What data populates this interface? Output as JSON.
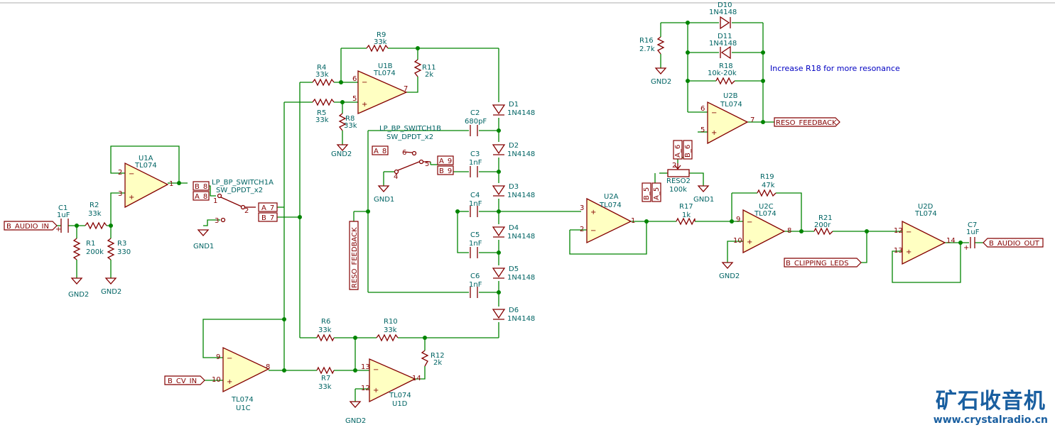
{
  "schematic": {
    "note": "Increase R18 for more resonance",
    "components": {
      "c1": {
        "ref": "C1",
        "val": "1uF"
      },
      "r1": {
        "ref": "R1",
        "val": "200k"
      },
      "r2": {
        "ref": "R2",
        "val": "33k"
      },
      "r3": {
        "ref": "R3",
        "val": "330"
      },
      "u1a": {
        "ref": "U1A",
        "val": "TL074"
      },
      "sw1a": {
        "ref": "LP_BP_SWITCH1A",
        "val": "SW_DPDT_x2"
      },
      "sw1b": {
        "ref": "LP_BP_SWITCH1B",
        "val": "SW_DPDT_x2"
      },
      "r4": {
        "ref": "R4",
        "val": "33k"
      },
      "r5": {
        "ref": "R5",
        "val": "33k"
      },
      "r8": {
        "ref": "R8",
        "val": "33k"
      },
      "r9": {
        "ref": "R9",
        "val": "33k"
      },
      "r11": {
        "ref": "R11",
        "val": "2k"
      },
      "u1b": {
        "ref": "U1B",
        "val": "TL074"
      },
      "c2": {
        "ref": "C2",
        "val": "680pF"
      },
      "c3": {
        "ref": "C3",
        "val": "1nF"
      },
      "c4": {
        "ref": "C4",
        "val": "1nF"
      },
      "c5": {
        "ref": "C5",
        "val": "1nF"
      },
      "c6": {
        "ref": "C6",
        "val": "1nF"
      },
      "d1": {
        "ref": "D1",
        "val": "1N4148"
      },
      "d2": {
        "ref": "D2",
        "val": "1N4148"
      },
      "d3": {
        "ref": "D3",
        "val": "1N4148"
      },
      "d4": {
        "ref": "D4",
        "val": "1N4148"
      },
      "d5": {
        "ref": "D5",
        "val": "1N4148"
      },
      "d6": {
        "ref": "D6",
        "val": "1N4148"
      },
      "d10": {
        "ref": "D10",
        "val": "1N4148"
      },
      "d11": {
        "ref": "D11",
        "val": "1N4148"
      },
      "r16": {
        "ref": "R16",
        "val": "2.7k"
      },
      "r18": {
        "ref": "R18",
        "val": "10k-20k"
      },
      "u2b": {
        "ref": "U2B",
        "val": "TL074"
      },
      "reso2": {
        "ref": "RESO2",
        "val": "100k"
      },
      "u2a": {
        "ref": "U2A",
        "val": "TL074"
      },
      "r17": {
        "ref": "R17",
        "val": "1k"
      },
      "r19": {
        "ref": "R19",
        "val": "47k"
      },
      "u2c": {
        "ref": "U2C",
        "val": "TL074"
      },
      "r21": {
        "ref": "R21",
        "val": "200r"
      },
      "u2d": {
        "ref": "U2D",
        "val": "TL074"
      },
      "c7": {
        "ref": "C7",
        "val": "1uF"
      },
      "r6": {
        "ref": "R6",
        "val": "33k"
      },
      "r7": {
        "ref": "R7",
        "val": "33k"
      },
      "r10": {
        "ref": "R10",
        "val": "33k"
      },
      "r12": {
        "ref": "R12",
        "val": "2k"
      },
      "u1c": {
        "ref": "U1C",
        "val": "TL074"
      },
      "u1d": {
        "ref": "U1D",
        "val": "TL074"
      }
    },
    "labels": {
      "audio_in": "B_AUDIO_IN",
      "audio_out": "B_AUDIO_OUT",
      "cv_in": "B_CV_IN",
      "reso_fb": "RESO_FEEDBACK",
      "reso_fb2": "RESO_FEEDBACK",
      "clip": "B_CLIPPING_LEDS",
      "b8": "B_8",
      "a8": "A_8",
      "a7": "A_7",
      "b7": "B_7",
      "a8b": "A_8",
      "a9": "A_9",
      "b9": "B_9",
      "a6": "A_6",
      "b6": "B_6",
      "b5": "B_5",
      "a5": "A_5"
    },
    "grounds": {
      "g1": "GND2",
      "g2": "GND2",
      "g3": "GND1",
      "g4": "GND2",
      "g5": "GND1",
      "g6": "GND2",
      "g7": "GND1",
      "g8": "GND2",
      "g9": "GND2"
    },
    "pins": {
      "u1a_p2": "2",
      "u1a_p3": "3",
      "u1a_p1": "1",
      "u1b_p6": "6",
      "u1b_p5": "5",
      "u1b_p7": "7",
      "u1c_p9": "9",
      "u1c_p10": "10",
      "u1c_p8": "8",
      "u1d_p13": "13",
      "u1d_p12": "12",
      "u1d_p14": "14",
      "u2a_p3": "3",
      "u2a_p2": "2",
      "u2a_p1": "1",
      "u2b_p6": "6",
      "u2b_p5": "5",
      "u2b_p7": "7",
      "u2c_p9": "9",
      "u2c_p10": "10",
      "u2c_p8": "8",
      "u2d_p12": "12",
      "u2d_p13": "13",
      "u2d_p14": "14",
      "sw1a_p1": "1",
      "sw1a_p2": "2",
      "sw1a_p3": "3",
      "sw1b_p4": "4",
      "sw1b_p5": "5",
      "sw1b_p6": "6",
      "reso_p2": "2",
      "plus": "+"
    },
    "watermark": {
      "cn": "矿石收音机",
      "url": "www.crystalradio.cn"
    }
  }
}
